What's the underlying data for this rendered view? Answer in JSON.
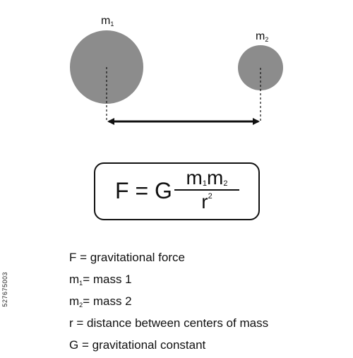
{
  "mass1": {
    "symbol": "m",
    "subscript": "1",
    "color": "#8c8c8c"
  },
  "mass2": {
    "symbol": "m",
    "subscript": "2",
    "color": "#8c8c8c"
  },
  "formula": {
    "lhs": "F = G",
    "numerator_m1": "m",
    "numerator_m1_sub": "1",
    "numerator_m2": "m",
    "numerator_m2_sub": "2",
    "denominator": "r",
    "denominator_sup": "2"
  },
  "legend": [
    {
      "symbol": "F",
      "subscript": "",
      "text": " = gravitational force"
    },
    {
      "symbol": "m",
      "subscript": "1",
      "text": "= mass 1"
    },
    {
      "symbol": "m",
      "subscript": "2",
      "text": "= mass 2"
    },
    {
      "symbol": "r",
      "subscript": "",
      "text": " = distance between centers of mass"
    },
    {
      "symbol": "G",
      "subscript": "",
      "text": " = gravitational constant"
    }
  ],
  "watermark_id": "527675003"
}
